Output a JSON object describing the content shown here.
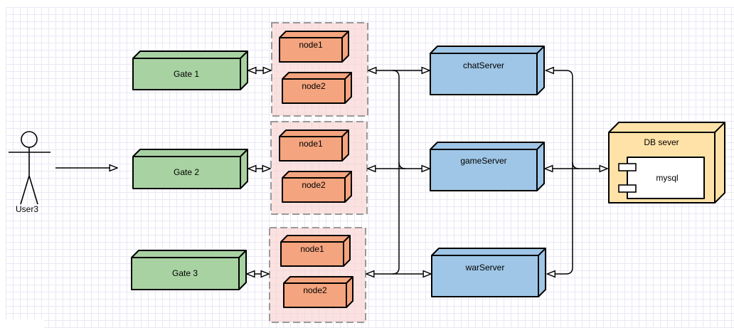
{
  "actor": {
    "label": "User3"
  },
  "gates": [
    {
      "label": "Gate 1"
    },
    {
      "label": "Gate 2"
    },
    {
      "label": "Gate 3"
    }
  ],
  "node_groups": [
    {
      "nodes": [
        {
          "label": "node1"
        },
        {
          "label": "node2"
        }
      ]
    },
    {
      "nodes": [
        {
          "label": "node1"
        },
        {
          "label": "node2"
        }
      ]
    },
    {
      "nodes": [
        {
          "label": "node1"
        },
        {
          "label": "node2"
        }
      ]
    }
  ],
  "servers": [
    {
      "label": "chatServer"
    },
    {
      "label": "gameServer"
    },
    {
      "label": "warServer"
    }
  ],
  "database": {
    "label": "DB sever",
    "component_label": "mysql"
  },
  "connections": [
    {
      "from": "User3",
      "to": "Gate 2",
      "direction": "single"
    },
    {
      "from": "Gate 1",
      "to": "node-group-1",
      "direction": "both"
    },
    {
      "from": "Gate 2",
      "to": "node-group-2",
      "direction": "both"
    },
    {
      "from": "Gate 3",
      "to": "node-group-3",
      "direction": "both"
    },
    {
      "from": "node-group-1",
      "to": "chatServer",
      "direction": "both"
    },
    {
      "from": "node-group-2",
      "to": "gameServer",
      "direction": "both"
    },
    {
      "from": "node-group-3",
      "to": "warServer",
      "direction": "both"
    },
    {
      "from": "node-groups-bus",
      "to": "all-node-groups",
      "direction": "bus"
    },
    {
      "from": "servers-bus",
      "to": "chatServer / gameServer / warServer",
      "direction": "bus"
    },
    {
      "from": "gameServer",
      "to": "DB sever",
      "direction": "both"
    }
  ],
  "colors": {
    "gate_fill": "#a8d2a2",
    "node_fill": "#f4a47e",
    "server_fill": "#9fc6e6",
    "db_fill": "#ffe2a8",
    "group_fill": "#f8cecc",
    "group_border": "#999999",
    "stroke": "#000000",
    "grid_line": "#e9e8f5"
  }
}
